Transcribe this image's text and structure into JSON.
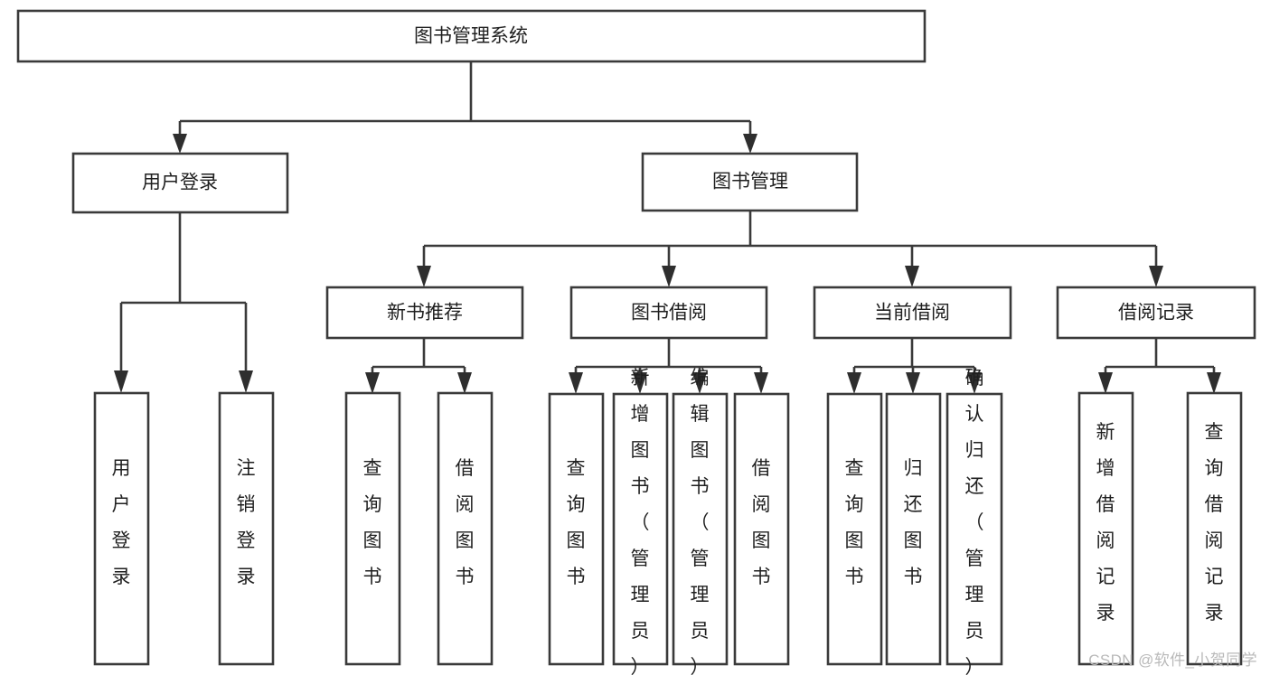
{
  "diagram": {
    "type": "tree-hierarchy",
    "title": "图书管理系统",
    "watermark": "CSDN @软件_小贺同学",
    "colors": {
      "box_stroke": "#3a3a3a",
      "box_fill": "#ffffff",
      "connector": "#3a3a3a",
      "text": "#1f1f1f",
      "watermark": "#b9b9b9"
    },
    "root": {
      "label": "图书管理系统",
      "orientation": "horizontal"
    },
    "level2": [
      {
        "id": "user-login",
        "label": "用户登录",
        "orientation": "horizontal"
      },
      {
        "id": "book-manage",
        "label": "图书管理",
        "orientation": "horizontal"
      }
    ],
    "level3": [
      {
        "id": "new-book-recommend",
        "label": "新书推荐",
        "orientation": "horizontal",
        "parent": "book-manage"
      },
      {
        "id": "book-borrow",
        "label": "图书借阅",
        "orientation": "horizontal",
        "parent": "book-manage"
      },
      {
        "id": "current-borrow",
        "label": "当前借阅",
        "orientation": "horizontal",
        "parent": "book-manage"
      },
      {
        "id": "borrow-record",
        "label": "借阅记录",
        "orientation": "horizontal",
        "parent": "book-manage"
      }
    ],
    "leaves": [
      {
        "id": "leaf-user-login",
        "label": "用户登录",
        "parent": "user-login",
        "orientation": "vertical"
      },
      {
        "id": "leaf-logout",
        "label": "注销登录",
        "parent": "user-login",
        "orientation": "vertical"
      },
      {
        "id": "leaf-query-book-1",
        "label": "查询图书",
        "parent": "new-book-recommend",
        "orientation": "vertical"
      },
      {
        "id": "leaf-borrow-book-1",
        "label": "借阅图书",
        "parent": "new-book-recommend",
        "orientation": "vertical"
      },
      {
        "id": "leaf-query-book-2",
        "label": "查询图书",
        "parent": "book-borrow",
        "orientation": "vertical"
      },
      {
        "id": "leaf-add-book",
        "label": "新增图书（管理员）",
        "parent": "book-borrow",
        "orientation": "vertical"
      },
      {
        "id": "leaf-edit-book",
        "label": "编辑图书（管理员）",
        "parent": "book-borrow",
        "orientation": "vertical"
      },
      {
        "id": "leaf-borrow-book-2",
        "label": "借阅图书",
        "parent": "book-borrow",
        "orientation": "vertical"
      },
      {
        "id": "leaf-query-book-3",
        "label": "查询图书",
        "parent": "current-borrow",
        "orientation": "vertical"
      },
      {
        "id": "leaf-return-book",
        "label": "归还图书",
        "parent": "current-borrow",
        "orientation": "vertical"
      },
      {
        "id": "leaf-confirm-return",
        "label": "确认归还（管理员）",
        "parent": "current-borrow",
        "orientation": "vertical"
      },
      {
        "id": "leaf-add-record",
        "label": "新增借阅记录",
        "parent": "borrow-record",
        "orientation": "vertical"
      },
      {
        "id": "leaf-query-record",
        "label": "查询借阅记录",
        "parent": "borrow-record",
        "orientation": "vertical"
      }
    ]
  }
}
